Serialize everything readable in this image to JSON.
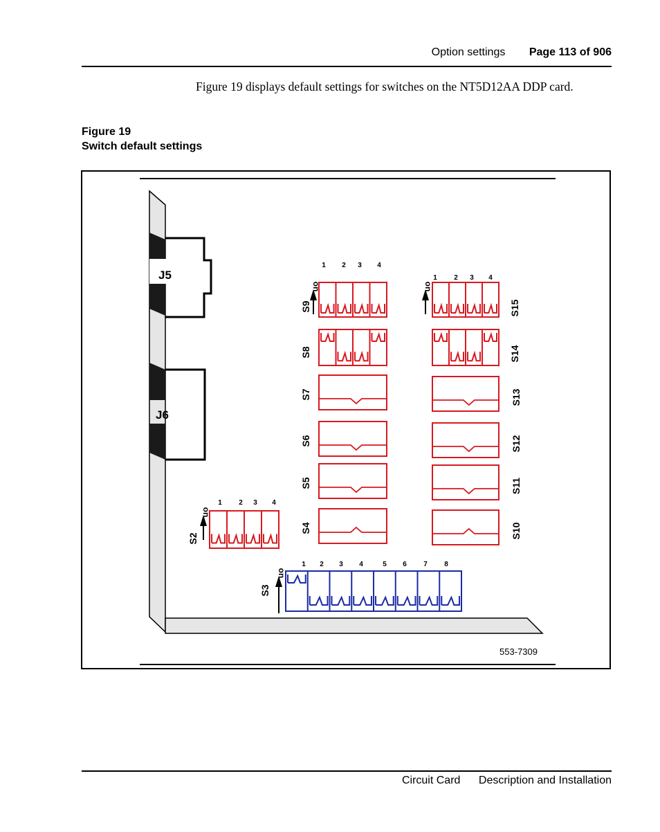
{
  "header": {
    "section": "Option settings",
    "page": "Page 113 of 906"
  },
  "intro": "Figure 19 displays default settings for switches on the NT5D12AA DDP card.",
  "figure": {
    "number": "Figure 19",
    "title": "Switch default settings",
    "drawing_id": "553-7309",
    "connectors": [
      "J5",
      "J6"
    ],
    "switch_labels": {
      "s2": "S2",
      "s3": "S3",
      "s4": "S4",
      "s5": "S5",
      "s6": "S6",
      "s7": "S7",
      "s8": "S8",
      "s9": "S9",
      "s10": "S10",
      "s11": "S11",
      "s12": "S12",
      "s13": "S13",
      "s14": "S14",
      "s15": "S15"
    },
    "on_label": "on",
    "pos_nums": [
      "1",
      "2",
      "3",
      "4",
      "5",
      "6",
      "7",
      "8"
    ]
  },
  "footer": {
    "left": "Circuit Card",
    "right": "Description and Installation"
  },
  "colors": {
    "red": "#d71920",
    "blue": "#1b2aa6",
    "board": "#e6e6e6"
  }
}
